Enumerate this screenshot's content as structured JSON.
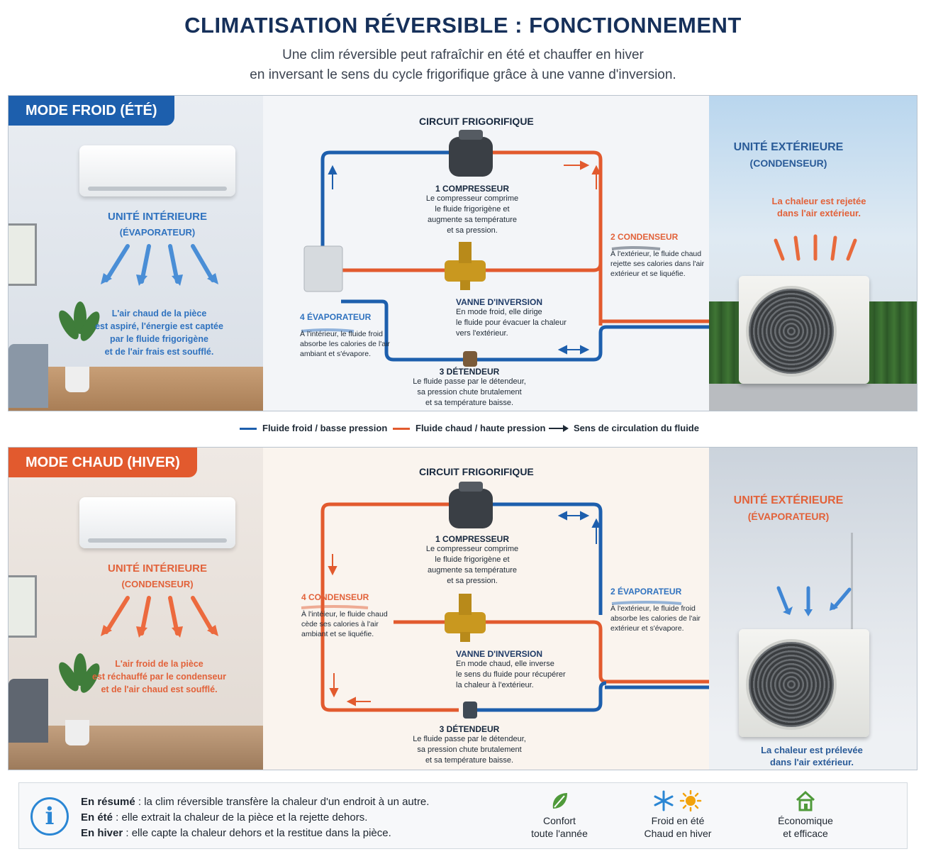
{
  "header": {
    "title": "CLIMATISATION RÉVERSIBLE : FONCTIONNEMENT",
    "subtitle_line1": "Une clim réversible peut rafraîchir en été et chauffer en hiver",
    "subtitle_line2": "en inversant le sens du cycle frigorifique grâce à une vanne d'inversion."
  },
  "colors": {
    "cold": "#1d5fad",
    "hot": "#e25a2e",
    "accent_blue": "#2f72bf",
    "accent_orange": "#e2623a"
  },
  "cold_mode": {
    "badge": "MODE FROID (ÉTÉ)",
    "indoor_title1": "UNITÉ INTÉRIEURE",
    "indoor_title2": "(ÉVAPORATEUR)",
    "indoor_text": [
      "L'air chaud de la pièce",
      "est aspiré, l'énergie est captée",
      "par le fluide frigorigène",
      "et de l'air frais est soufflé."
    ],
    "circuit_title": "CIRCUIT FRIGORIFIQUE",
    "compressor_title": "1 COMPRESSEUR",
    "compressor_text": [
      "Le compresseur comprime",
      "le fluide frigorigène et",
      "augmente sa température",
      "et sa pression."
    ],
    "condenser_title": "2 CONDENSEUR",
    "condenser_text": [
      "À l'extérieur, le fluide chaud",
      "rejette ses calories dans l'air",
      "extérieur et se liquéfie."
    ],
    "valve_title": "VANNE D'INVERSION",
    "valve_text": [
      "En mode froid, elle dirige",
      "le fluide pour évacuer la chaleur",
      "vers l'extérieur."
    ],
    "evaporator_title": "4 ÉVAPORATEUR",
    "evaporator_text": [
      "À l'intérieur, le fluide froid",
      "absorbe les calories de l'air",
      "ambiant et s'évapore."
    ],
    "expander_title": "3 DÉTENDEUR",
    "expander_text": [
      "Le fluide passe par le détendeur,",
      "sa pression chute brutalement",
      "et sa température baisse."
    ],
    "outdoor_title1": "UNITÉ EXTÉRIEURE",
    "outdoor_title2": "(CONDENSEUR)",
    "outdoor_text": [
      "La chaleur est rejetée",
      "dans l'air extérieur."
    ]
  },
  "legend": {
    "cold": "Fluide froid / basse pression",
    "hot": "Fluide chaud / haute pression",
    "direction": "Sens de circulation du fluide"
  },
  "hot_mode": {
    "badge": "MODE CHAUD (HIVER)",
    "indoor_title1": "UNITÉ INTÉRIEURE",
    "indoor_title2": "(CONDENSEUR)",
    "indoor_text": [
      "L'air froid de la pièce",
      "est réchauffé par le condenseur",
      "et de l'air chaud est soufflé."
    ],
    "circuit_title": "CIRCUIT FRIGORIFIQUE",
    "compressor_title": "1 COMPRESSEUR",
    "compressor_text": [
      "Le compresseur comprime",
      "le fluide frigorigène et",
      "augmente sa température",
      "et sa pression."
    ],
    "condenser_title": "4 CONDENSEUR",
    "condenser_text": [
      "À l'intéieur, le fluide chaud",
      "cède ses calories à l'air",
      "ambiant et se liquéfie."
    ],
    "valve_title": "VANNE D'INVERSION",
    "valve_text": [
      "En mode chaud, elle inverse",
      "le sens du fluide pour récupérer",
      "la chaleur à l'extérieur."
    ],
    "evaporator_title": "2 ÉVAPORATEUR",
    "evaporator_text": [
      "À l'extérieur, le fluide froid",
      "absorbe les calories de l'air",
      "extérieur et s'évapore."
    ],
    "expander_title": "3 DÉTENDEUR",
    "expander_text": [
      "Le fluide passe par le détendeur,",
      "sa pression chute brutalement",
      "et sa température baisse."
    ],
    "outdoor_title1": "UNITÉ EXTÉRIEURE",
    "outdoor_title2": "(ÉVAPORATEUR)",
    "outdoor_text": [
      "La chaleur est prélevée",
      "dans l'air extérieur."
    ]
  },
  "summary": {
    "line1_bold": "En résumé",
    "line1": " : la clim réversible transfère la chaleur d'un endroit à un autre.",
    "line2_bold": "En été",
    "line2": " : elle extrait la chaleur de la pièce et la rejette dehors.",
    "line3_bold": "En hiver",
    "line3": " : elle capte la chaleur dehors et la restitue dans la pièce.",
    "features": [
      {
        "icon": "leaf-icon",
        "line1": "Confort",
        "line2": "toute l'année"
      },
      {
        "icon": "snowflake-sun-icon",
        "line1": "Froid en été",
        "line2": "Chaud en hiver"
      },
      {
        "icon": "house-icon",
        "line1": "Économique",
        "line2": "et efficace"
      }
    ]
  }
}
